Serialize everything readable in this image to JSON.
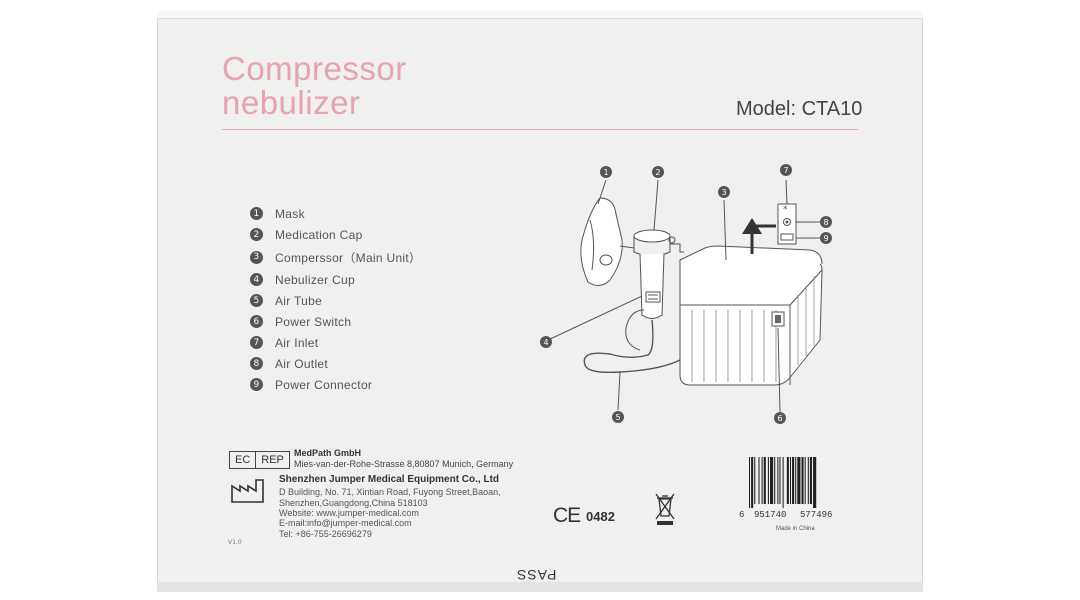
{
  "title": {
    "line1": "Compressor",
    "line2": "nebulizer"
  },
  "model": "Model: CTA10",
  "parts": [
    {
      "num": "1",
      "label": "Mask"
    },
    {
      "num": "2",
      "label": "Medication Cap"
    },
    {
      "num": "3",
      "label": "Comperssor（Main Unit）"
    },
    {
      "num": "4",
      "label": "Nebulizer Cup"
    },
    {
      "num": "5",
      "label": "Air Tube"
    },
    {
      "num": "6",
      "label": "Power Switch"
    },
    {
      "num": "7",
      "label": "Air Inlet"
    },
    {
      "num": "8",
      "label": "Air Outlet"
    },
    {
      "num": "9",
      "label": "Power Connector"
    }
  ],
  "ec_rep": {
    "badge_left": "EC",
    "badge_right": "REP",
    "name": "MedPath GmbH",
    "address": "Mies-van-der-Rohe-Strasse 8,80807 Munich, Germany"
  },
  "manufacturer": {
    "name": "Shenzhen Jumper Medical Equipment Co., Ltd",
    "lines": [
      "D Building, No. 71, Xintian Road, Fuyong Street,Baoan,",
      "Shenzhen,Guangdong,China 518103",
      "Website: www.jumper-medical.com",
      "E-mail:info@jumper-medical.com",
      "Tel: +86-755-26696279"
    ]
  },
  "version": "V1.0",
  "ce_mark": "CE",
  "ce_number": "0482",
  "barcode": {
    "d1": "6",
    "d2": "951740",
    "d3": "577496"
  },
  "made_in": "Made in China",
  "stamp": "PASS",
  "colors": {
    "accent": "#e8a2b6",
    "box": "#f0f0ef",
    "text": "#333333"
  },
  "icons": [
    "manufacturer-icon",
    "weee-bin-icon",
    "ce-mark-icon"
  ]
}
